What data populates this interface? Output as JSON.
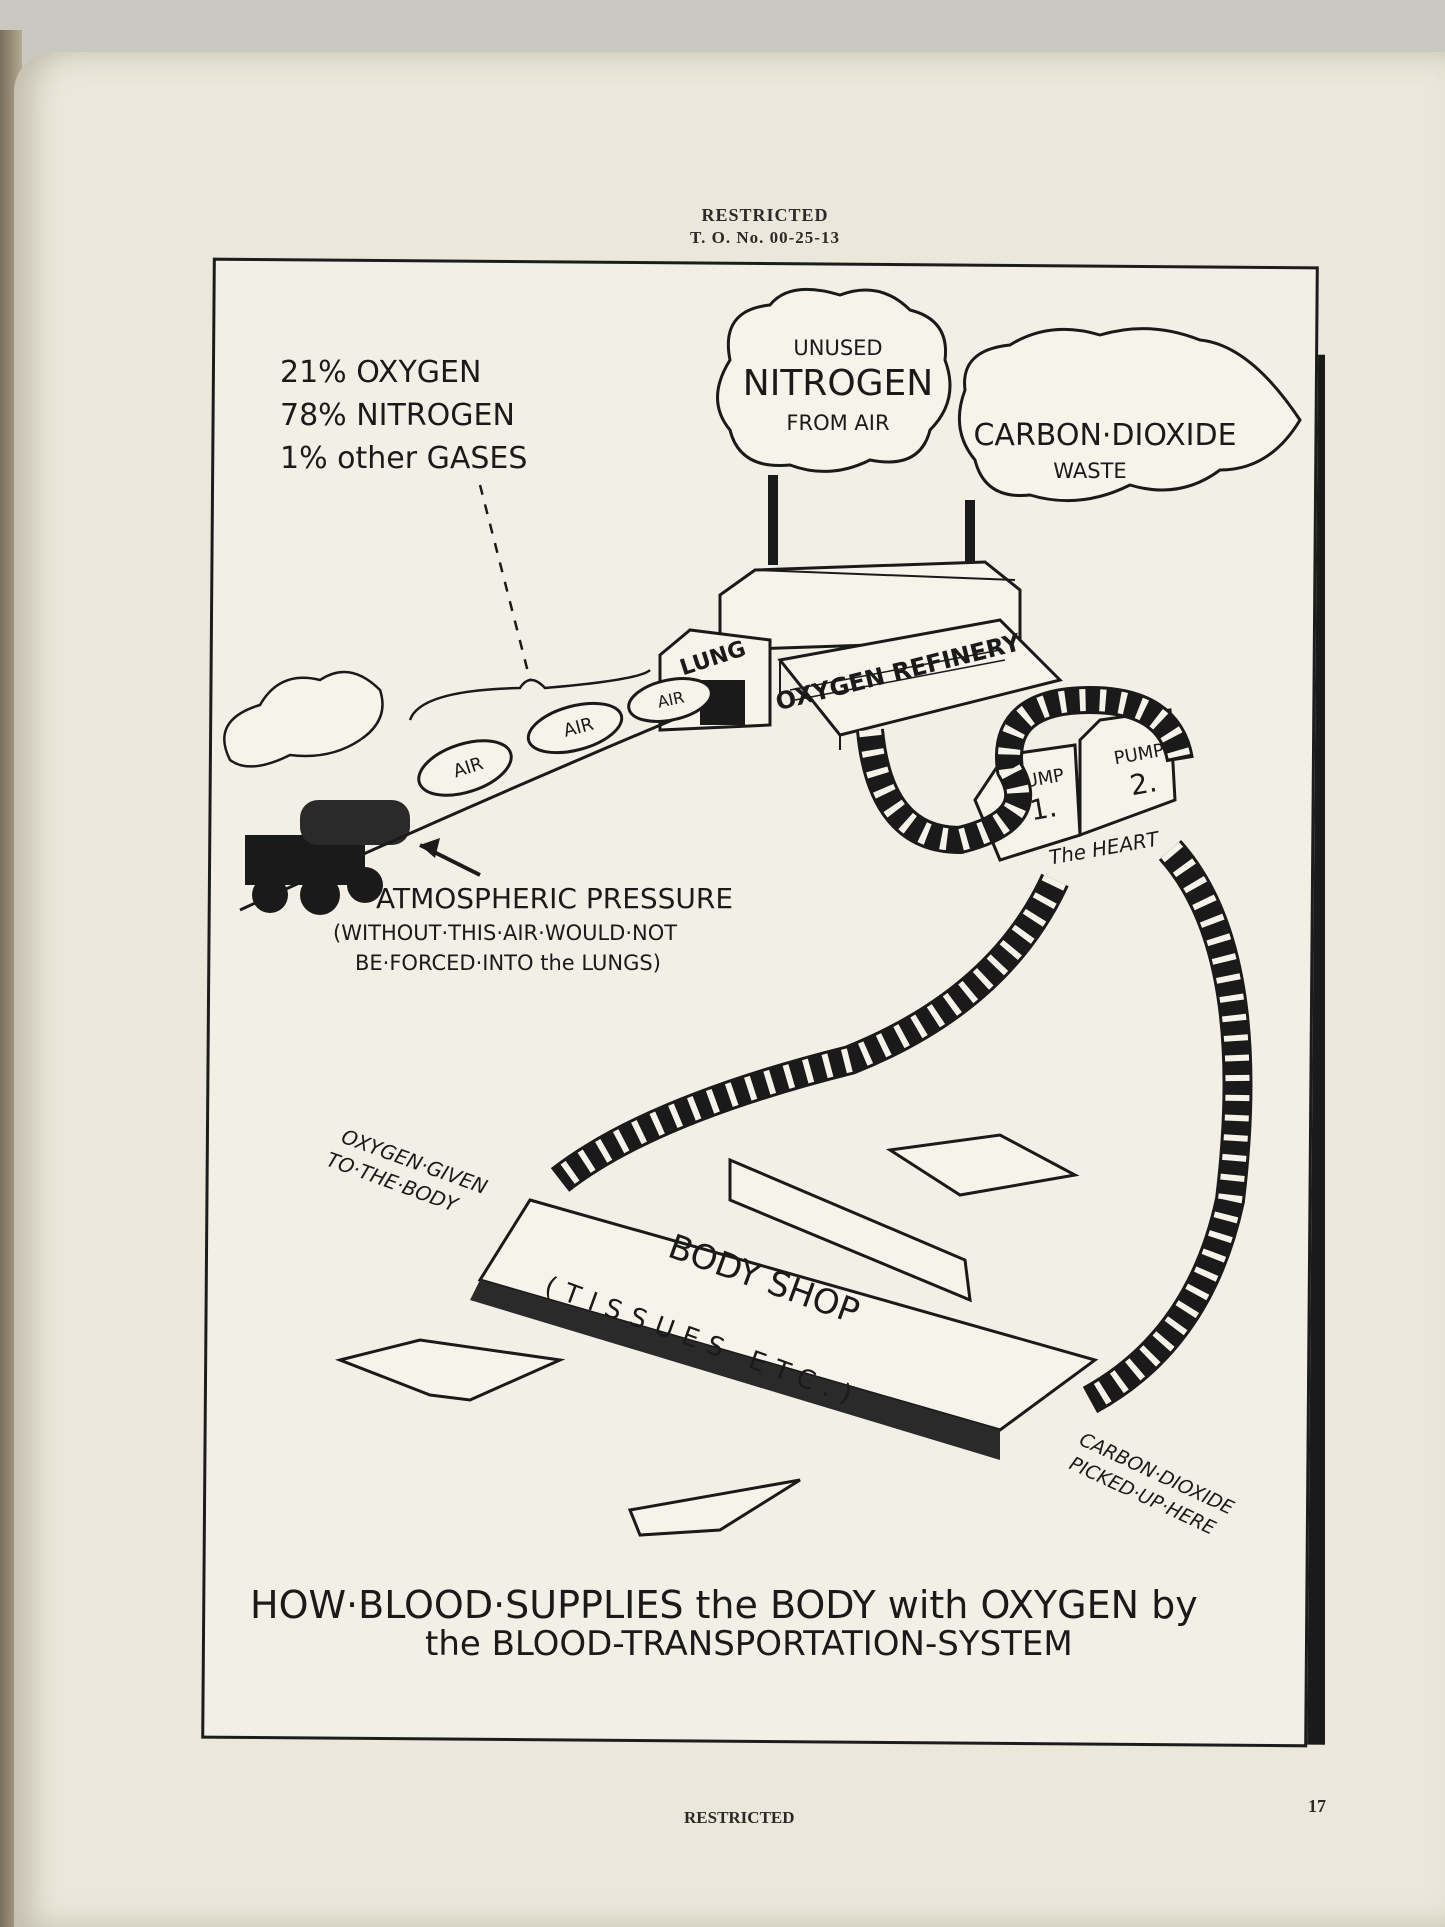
{
  "header": {
    "line1": "RESTRICTED",
    "line2": "T. O. No. 00-25-13"
  },
  "illustration": {
    "air_composition": [
      "21% OXYGEN",
      "78% NITROGEN",
      "1% other GASES"
    ],
    "tank_labels": [
      "AIR",
      "AIR",
      "AIR"
    ],
    "lung_label": "LUNG",
    "refinery_label": "OXYGEN REFINERY",
    "smoke_left": [
      "UNUSED",
      "NITROGEN",
      "FROM AIR"
    ],
    "smoke_right": [
      "CARBON·DIOXIDE",
      "WASTE"
    ],
    "pump_1": [
      "PUMP",
      "1."
    ],
    "pump_2": [
      "PUMP",
      "2."
    ],
    "heart_label": "The HEART",
    "pressure": [
      "ATMOSPHERIC PRESSURE",
      "(WITHOUT·THIS·AIR·WOULD·NOT",
      "BE·FORCED·INTO the LUNGS)"
    ],
    "oxygen_given": [
      "OXYGEN·GIVEN",
      "TO·THE·BODY"
    ],
    "body_shop": [
      "BODY SHOP",
      "(TISSUES ETC.)"
    ],
    "carbon_picked": [
      "CARBON·DIOXIDE",
      "PICKED·UP·HERE"
    ],
    "caption": [
      "HOW·BLOOD·SUPPLIES the BODY with OXYGEN by",
      "the BLOOD-TRANSPORTATION-SYSTEM"
    ]
  },
  "footer": {
    "label": "RESTRICTED",
    "page_number": "17"
  }
}
